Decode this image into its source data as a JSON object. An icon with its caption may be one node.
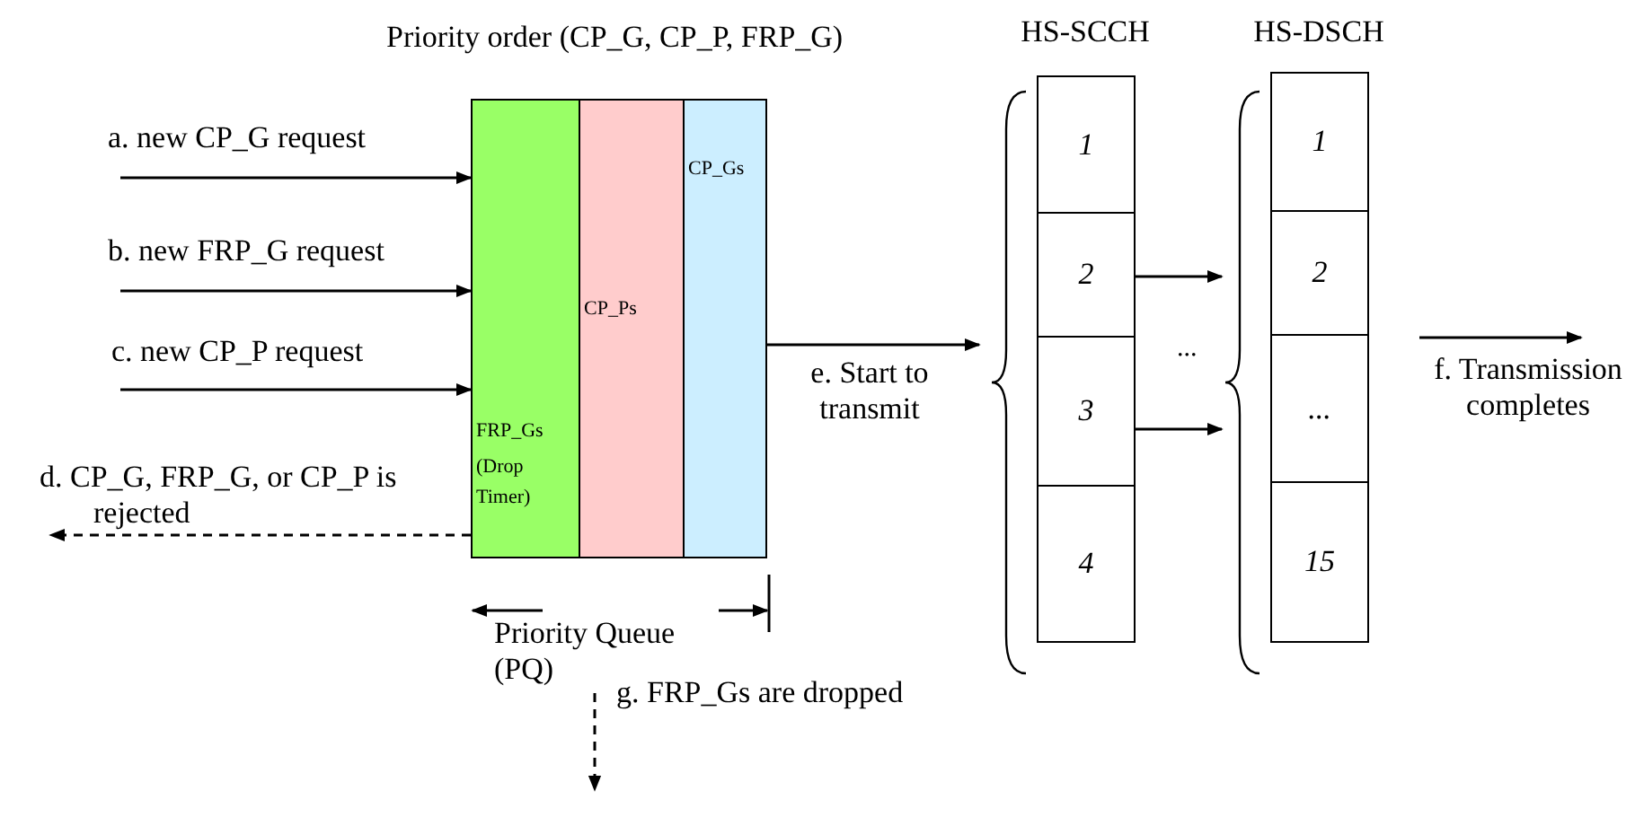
{
  "diagram": {
    "nodes": [
      {
        "text": [],
        "shape": "box"
      },
      {
        "text": [
          "FRP_Gs",
          "(Drop Timer)"
        ],
        "in": 0
      },
      {
        "text": [
          "CP_Ps"
        ],
        "in": 0
      },
      {
        "text": [
          "CP_Gs"
        ],
        "in": 0
      },
      {
        "text": [
          "HS-SCCH"
        ]
      },
      {
        "text": [
          "1"
        ],
        "in": 4
      },
      {
        "text": [
          "2"
        ],
        "in": 4
      },
      {
        "text": [
          "3"
        ],
        "in": 4
      },
      {
        "text": [
          "4"
        ],
        "in": 4
      },
      {
        "text": [
          "HS-DSCH"
        ]
      },
      {
        "text": [
          "1"
        ],
        "in": 9
      },
      {
        "text": [
          "2"
        ],
        "in": 9
      },
      {
        "text": [
          "..."
        ],
        "in": 9
      },
      {
        "text": [
          "15"
        ],
        "in": 9
      }
    ],
    "edges": [
      {
        "from": null,
        "to": 0,
        "arrow": "to",
        "label": "a. new CP_G request"
      },
      {
        "from": null,
        "to": 0,
        "arrow": "to",
        "label": "b. new FRP_G request"
      },
      {
        "from": null,
        "to": 0,
        "arrow": "to",
        "label": "c. new CP_P request"
      },
      {
        "from": 0,
        "to": null,
        "arrow": "to",
        "style": "dashed",
        "label": "d. CP_G, FRP_G, or CP_P is rejected"
      },
      {
        "from": 0,
        "to": 4,
        "arrow": "to",
        "label": "e. Start to transmit"
      },
      {
        "from": 6,
        "to": 9,
        "arrow": "to"
      },
      {
        "from": 7,
        "to": 9,
        "arrow": "to"
      },
      {
        "from": 9,
        "to": null,
        "arrow": "to",
        "label": "f. Transmission completes"
      }
    ],
    "labels": [
      "Priority order (CP_G, CP_P, FRP_G)",
      "...",
      "Priority Queue (PQ)",
      "g. FRP_Gs are dropped"
    ]
  }
}
